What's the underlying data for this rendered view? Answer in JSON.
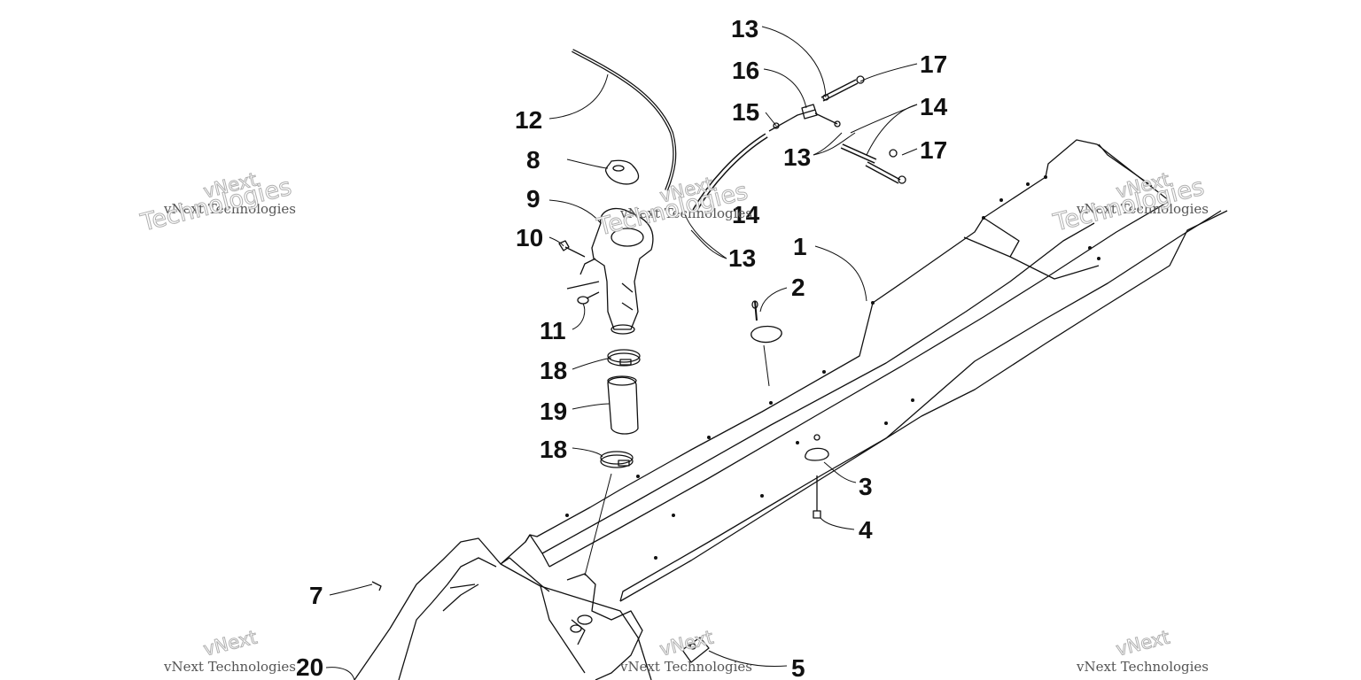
{
  "watermark": {
    "brand": "vNext",
    "name": "vNext Technologies",
    "sub": "Technologies"
  },
  "callouts": {
    "c1": "1",
    "c2": "2",
    "c3": "3",
    "c4": "4",
    "c5": "5",
    "c7": "7",
    "c8": "8",
    "c9": "9",
    "c10": "10",
    "c11": "11",
    "c12": "12",
    "c13a": "13",
    "c13b": "13",
    "c13c": "13",
    "c14a": "14",
    "c14b": "14",
    "c15": "15",
    "c16": "16",
    "c17a": "17",
    "c17b": "17",
    "c18a": "18",
    "c18b": "18",
    "c19": "19",
    "c20": "20"
  }
}
